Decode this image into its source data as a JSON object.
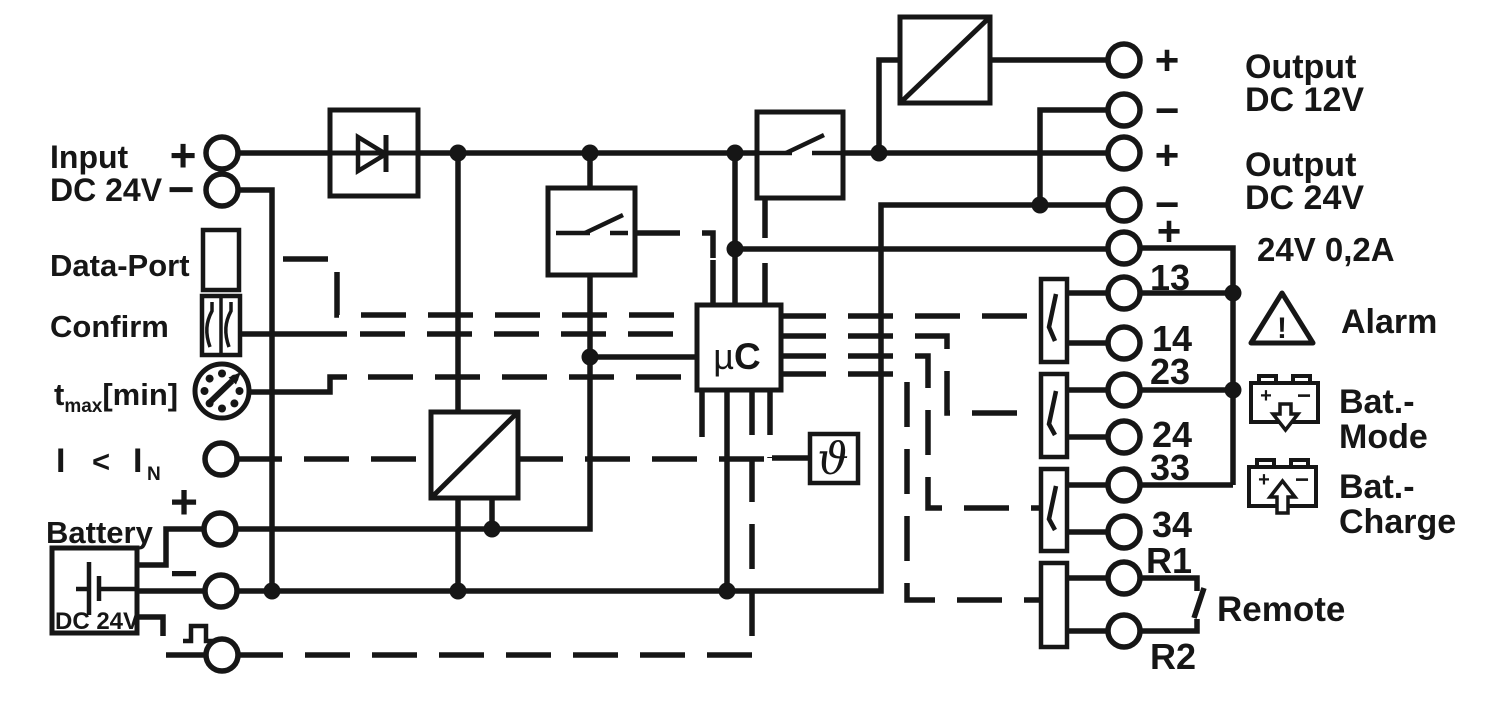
{
  "colors": {
    "ink": "#161616",
    "background": "#ffffff"
  },
  "labels": {
    "input": {
      "line1": "Input",
      "line2": "DC 24V",
      "plus": "+",
      "minus": "−"
    },
    "data_port": "Data-Port",
    "confirm": "Confirm",
    "tmax": {
      "t": "t",
      "sub": "max",
      "unit": "[min]"
    },
    "current": {
      "i": "I",
      "lt": "<",
      "i2": "I",
      "sub": "N"
    },
    "battery": {
      "title": "Battery",
      "plus": "+",
      "minus": "−",
      "box_caption": "DC 24V"
    }
  },
  "blocks": {
    "mcu_mu": "µ",
    "mcu_c": "C",
    "theta": "ϑ"
  },
  "outputs": {
    "dc12": {
      "plus": "+",
      "minus": "−",
      "line1": "Output",
      "line2": "DC 12V"
    },
    "dc24": {
      "plus": "+",
      "minus": "−",
      "line1": "Output",
      "line2": "DC 24V"
    },
    "aux": {
      "plus": "+",
      "label": "24V 0,2A"
    }
  },
  "signals": {
    "alarm": {
      "label": "Alarm",
      "mark": "!"
    },
    "bat_mode": {
      "line1": "Bat.-",
      "line2": "Mode",
      "plus": "+",
      "minus": "−"
    },
    "bat_charge": {
      "line1": "Bat.-",
      "line2": "Charge",
      "plus": "+",
      "minus": "−"
    },
    "remote": {
      "label": "Remote"
    }
  },
  "terminals": {
    "t13": "13",
    "t14": "14",
    "t23": "23",
    "t24": "24",
    "t33": "33",
    "t34": "34",
    "r1": "R1",
    "r2": "R2"
  }
}
